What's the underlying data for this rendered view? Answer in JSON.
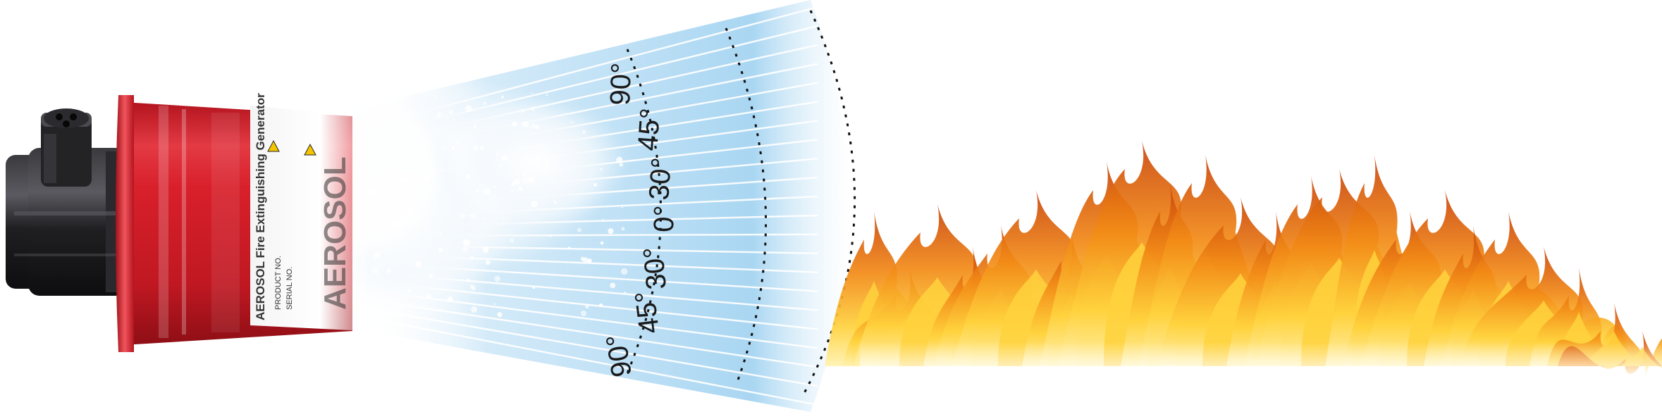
{
  "diagram": {
    "angle_labels": [
      "90°",
      "45°",
      "30°",
      "0°",
      "30°",
      "45°",
      "90°"
    ],
    "can_label": {
      "title": "AEROSOL Fire Extinguishing Generator",
      "product_no": "PRODUCT NO.",
      "serial_no": "SERIAL NO.",
      "brand_watermark": "AEROSOL"
    }
  },
  "colors": {
    "can_red": "#d8202b",
    "can_red_dark": "#9e1119",
    "housing_black": "#1f1f22",
    "spray_blue": "#a9d6f2",
    "flame_orange": "#f28a16",
    "flame_yellow": "#ffd23d"
  }
}
